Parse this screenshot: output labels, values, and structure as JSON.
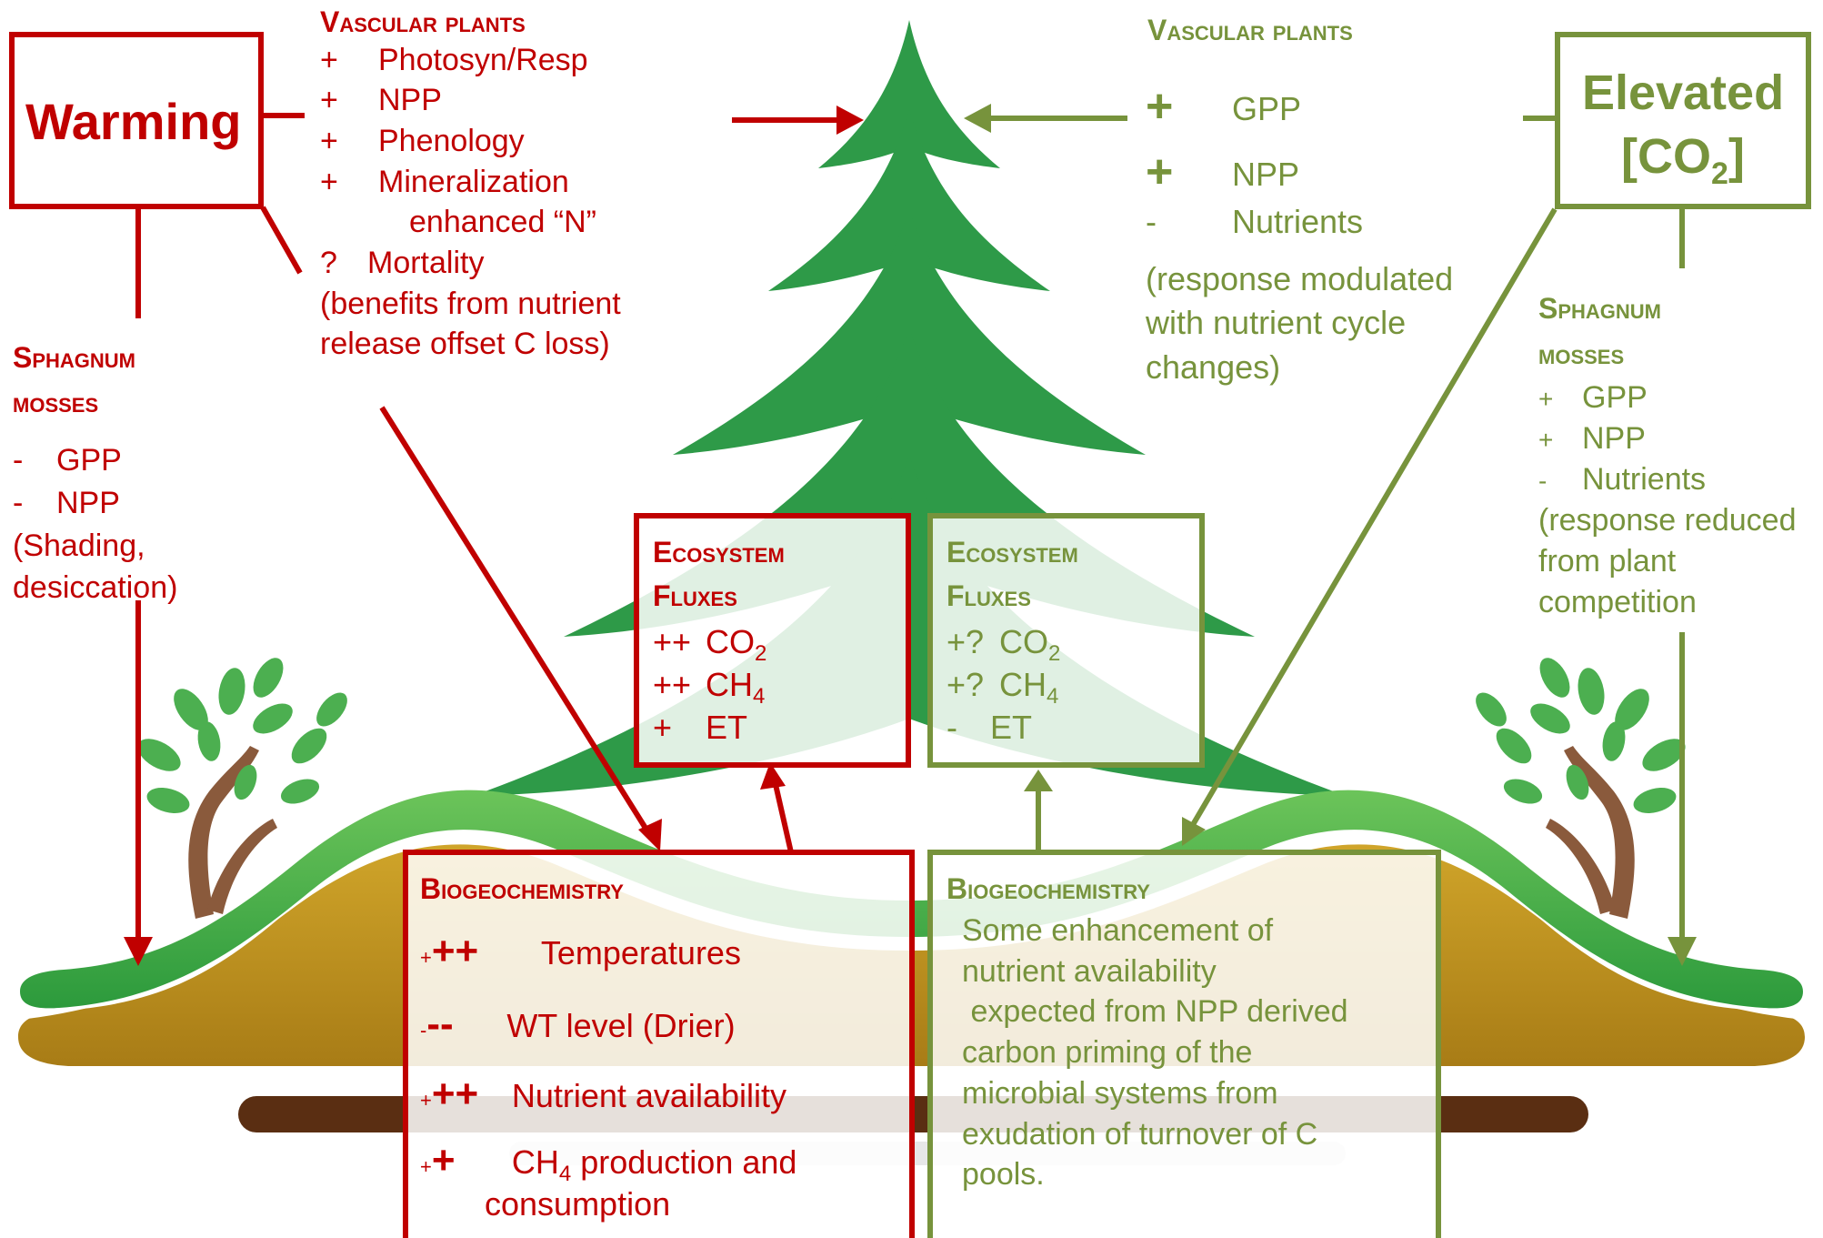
{
  "colors": {
    "warming": "#c00000",
    "co2": "#77933c",
    "tree": "#2e9a48",
    "soil": "#c49a22",
    "moss": "#3fae49"
  },
  "warming": {
    "title": "Warming",
    "vascular": {
      "heading": "Vascular plants",
      "items": [
        {
          "sign": "+",
          "text": "Photosyn/Resp"
        },
        {
          "sign": "+",
          "text": "NPP"
        },
        {
          "sign": "+",
          "text": "Phenology"
        },
        {
          "sign": "+",
          "text": "Mineralization"
        },
        {
          "sign": "",
          "text": "enhanced “N”"
        },
        {
          "sign": "?",
          "text": "Mortality"
        }
      ],
      "note_lines": [
        "(benefits from nutrient",
        "release offset C loss)"
      ]
    },
    "sphagnum": {
      "heading_lines": [
        "Sphagnum",
        "mosses"
      ],
      "items": [
        {
          "sign": "-",
          "text": "GPP"
        },
        {
          "sign": "-",
          "text": "NPP"
        }
      ],
      "note_lines": [
        "(Shading,",
        "desiccation)"
      ]
    },
    "fluxes": {
      "heading_lines": [
        "Ecosystem",
        "Fluxes"
      ],
      "items": [
        {
          "sign": "++",
          "label": "CO",
          "sub": "2"
        },
        {
          "sign": "++",
          "label": "CH",
          "sub": "4"
        },
        {
          "sign": "+",
          "label": "ET",
          "sub": ""
        }
      ]
    },
    "biogeo": {
      "heading": "Biogeochemistry",
      "items": [
        {
          "small": "+",
          "large": "++",
          "text": "Temperatures"
        },
        {
          "small": "-",
          "large": "--",
          "text": "WT level (Drier)"
        },
        {
          "small": "+",
          "large": "++",
          "text": "Nutrient availability"
        },
        {
          "small": "+",
          "large": "+",
          "text": "CH",
          "sub": "4",
          "text_after": " production and",
          "line2": "consumption"
        }
      ]
    }
  },
  "co2": {
    "title_line1": "Elevated",
    "title_line2": "[CO",
    "title_sub": "2",
    "title_close": "]",
    "vascular": {
      "heading": "Vascular plants",
      "items": [
        {
          "sign": "+",
          "text": "GPP"
        },
        {
          "sign": "+",
          "text": "NPP"
        },
        {
          "sign": "-",
          "text": "Nutrients"
        }
      ],
      "note_lines": [
        "(response modulated",
        "with nutrient cycle",
        "changes)"
      ]
    },
    "sphagnum": {
      "heading_lines": [
        "Sphagnum",
        "mosses"
      ],
      "items": [
        {
          "sign": "+",
          "text": "GPP"
        },
        {
          "sign": "+",
          "text": "NPP"
        },
        {
          "sign": "-",
          "text": "Nutrients"
        }
      ],
      "note_lines": [
        "(response reduced",
        "from plant",
        "competition"
      ]
    },
    "fluxes": {
      "heading_lines": [
        "Ecosystem",
        "Fluxes"
      ],
      "items": [
        {
          "sign": "+?",
          "label": "CO",
          "sub": "2"
        },
        {
          "sign": "+?",
          "label": "CH",
          "sub": "4"
        },
        {
          "sign": "-",
          "label": "ET",
          "sub": ""
        }
      ]
    },
    "biogeo": {
      "heading": "Biogeochemistry",
      "lines": [
        "Some enhancement of",
        "nutrient availability",
        " expected from NPP derived",
        "carbon priming of the",
        "microbial systems from",
        "exudation of turnover of C",
        "pools."
      ]
    }
  }
}
